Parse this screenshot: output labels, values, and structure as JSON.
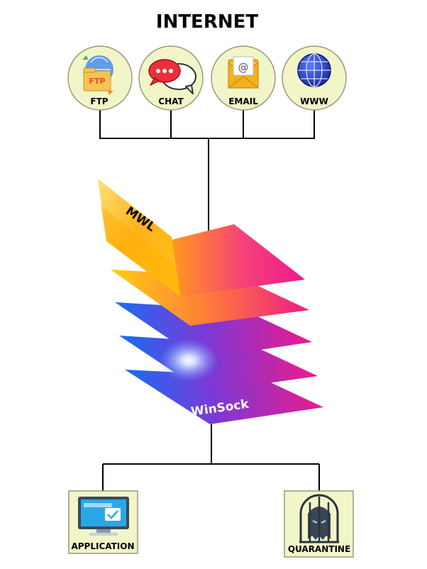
{
  "title": "INTERNET",
  "services": [
    {
      "label": "FTP",
      "icon": "ftp-folder-icon",
      "badge": "FTP"
    },
    {
      "label": "CHAT",
      "icon": "chat-bubbles-icon"
    },
    {
      "label": "EMAIL",
      "icon": "email-envelope-icon",
      "badge": "@"
    },
    {
      "label": "WWW",
      "icon": "globe-icon"
    }
  ],
  "layers": {
    "top": "MWL",
    "bottom": "WinSock"
  },
  "endpoints": {
    "application": {
      "label": "APPLICATION",
      "icon": "monitor-checkmark-icon"
    },
    "quarantine": {
      "label": "QUARANTINE",
      "icon": "caged-ghost-icon"
    }
  },
  "colors": {
    "node_fill": "#f2f5c8",
    "node_stroke": "#9a9a7a",
    "line": "#000000",
    "gradient_pink": "#ee1a8a",
    "gradient_blue": "#1a6cf0",
    "gradient_orange": "#ff8a2a",
    "gradient_yellow": "#ffd21a"
  }
}
